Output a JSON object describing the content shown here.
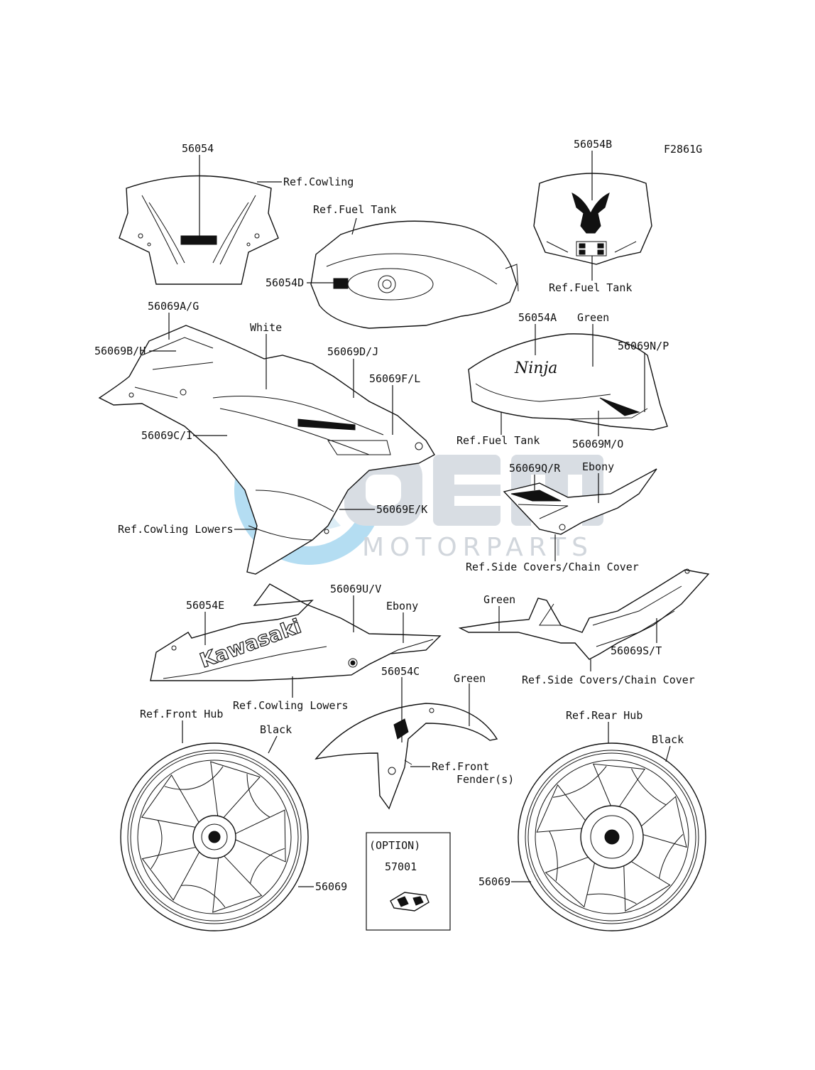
{
  "figure_code": "F2861G",
  "watermark": {
    "line1": "OEM",
    "line2": "MOTORPARTS",
    "color": "#cfd6de",
    "accent": "#9fd4ee"
  },
  "labels": [
    {
      "id": "56054",
      "text": "56054"
    },
    {
      "id": "ref-cowling",
      "text": "Ref.Cowling"
    },
    {
      "id": "56054b",
      "text": "56054B"
    },
    {
      "id": "ref-fuel-tank-1",
      "text": "Ref.Fuel Tank"
    },
    {
      "id": "56054d",
      "text": "56054D"
    },
    {
      "id": "ref-fuel-tank-2",
      "text": "Ref.Fuel Tank"
    },
    {
      "id": "56069ag",
      "text": "56069A/G"
    },
    {
      "id": "white",
      "text": "White"
    },
    {
      "id": "56069bh",
      "text": "56069B/H"
    },
    {
      "id": "56069dj",
      "text": "56069D/J"
    },
    {
      "id": "56054a",
      "text": "56054A"
    },
    {
      "id": "green-1",
      "text": "Green"
    },
    {
      "id": "56069np",
      "text": "56069N/P"
    },
    {
      "id": "56069fl",
      "text": "56069F/L"
    },
    {
      "id": "56069ci",
      "text": "56069C/I"
    },
    {
      "id": "ref-fuel-tank-3",
      "text": "Ref.Fuel Tank"
    },
    {
      "id": "56069mo",
      "text": "56069M/O"
    },
    {
      "id": "56069qr",
      "text": "56069Q/R"
    },
    {
      "id": "ebony-1",
      "text": "Ebony"
    },
    {
      "id": "56069ek",
      "text": "56069E/K"
    },
    {
      "id": "ref-cowling-lowers-1",
      "text": "Ref.Cowling Lowers"
    },
    {
      "id": "ref-side-covers-1",
      "text": "Ref.Side Covers/Chain Cover"
    },
    {
      "id": "56069uv",
      "text": "56069U/V"
    },
    {
      "id": "56054e",
      "text": "56054E"
    },
    {
      "id": "ebony-2",
      "text": "Ebony"
    },
    {
      "id": "green-2",
      "text": "Green"
    },
    {
      "id": "56069st",
      "text": "56069S/T"
    },
    {
      "id": "ref-side-covers-2",
      "text": "Ref.Side Covers/Chain Cover"
    },
    {
      "id": "56054c",
      "text": "56054C"
    },
    {
      "id": "green-3",
      "text": "Green"
    },
    {
      "id": "ref-cowling-lowers-2",
      "text": "Ref.Cowling Lowers"
    },
    {
      "id": "ref-front-hub",
      "text": "Ref.Front Hub"
    },
    {
      "id": "black-1",
      "text": "Black"
    },
    {
      "id": "ref-rear-hub",
      "text": "Ref.Rear Hub"
    },
    {
      "id": "black-2",
      "text": "Black"
    },
    {
      "id": "ref-front-fender-1",
      "text": "Ref.Front"
    },
    {
      "id": "ref-front-fender-2",
      "text": "Fender(s)"
    },
    {
      "id": "option",
      "text": "(OPTION)"
    },
    {
      "id": "57001",
      "text": "57001"
    },
    {
      "id": "56069-front",
      "text": "56069"
    },
    {
      "id": "56069-rear",
      "text": "56069"
    }
  ],
  "artwork_text": {
    "tank_logo": "Ninja",
    "lower_logo": "Kawasaki"
  }
}
